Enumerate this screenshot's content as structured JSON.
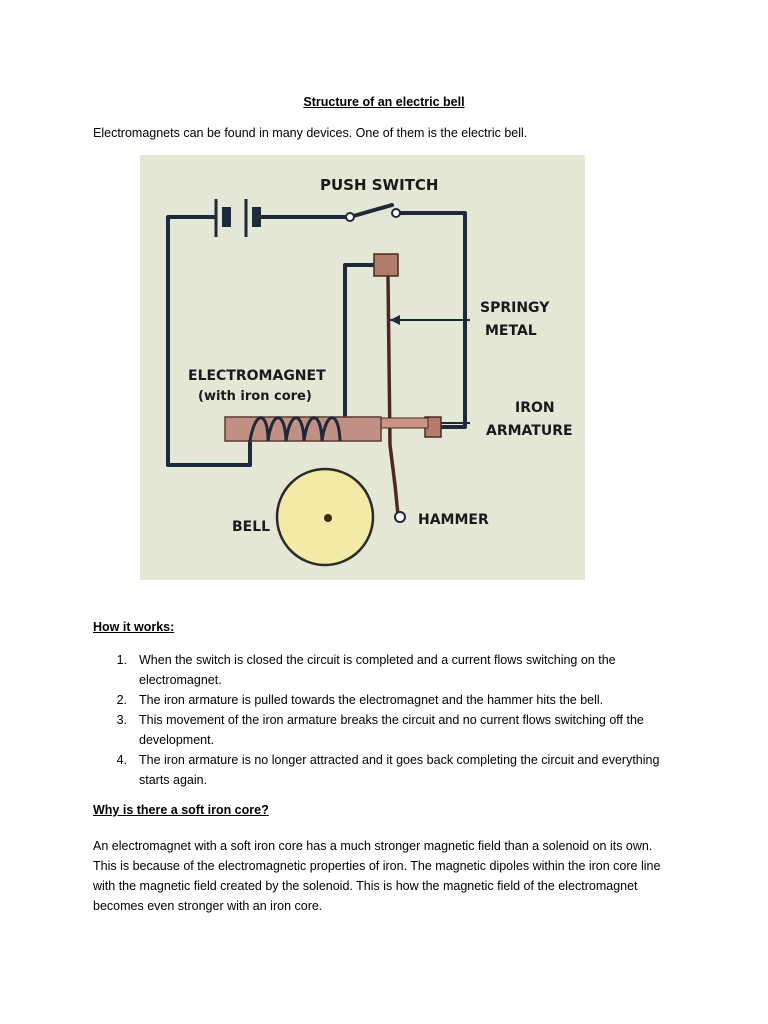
{
  "title": "Structure of an electric bell",
  "intro": "Electromagnets can be found in many devices.  One of them is the electric bell.",
  "diagram": {
    "labels": {
      "push_switch": "PUSH SWITCH",
      "springy": "SPRINGY",
      "metal": "METAL",
      "electromagnet": "ELECTROMAGNET",
      "with_iron_core": "(with iron core)",
      "iron": "IRON",
      "armature": "ARMATURE",
      "bell": "BELL",
      "hammer": "HAMMER"
    }
  },
  "how_it_works": {
    "heading": "How it works:",
    "items": [
      {
        "num": "1.",
        "text": "When the switch is closed the circuit is completed and a current flows switching on the electromagnet."
      },
      {
        "num": "2.",
        "text": "The iron armature is pulled towards the electromagnet and the hammer hits the bell."
      },
      {
        "num": "3.",
        "text": "This movement of the iron armature breaks the circuit and no current flows switching off the development."
      },
      {
        "num": "4.",
        "text": "The iron armature is no longer attracted and it goes back completing the circuit and everything starts again."
      }
    ]
  },
  "iron_core": {
    "heading": "Why is there a soft iron core?",
    "paragraph": "An electromagnet with a soft iron core has a much stronger magnetic field than a solenoid on its own.  This is because of the electromagnetic properties of iron.  The magnetic dipoles within the iron core line with the magnetic field created by the solenoid.  This is how the magnetic field of the electromagnet becomes even stronger with an iron core."
  }
}
